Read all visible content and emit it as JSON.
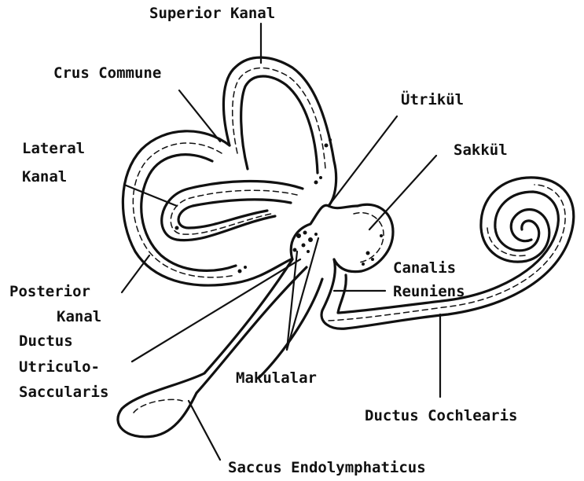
{
  "labels": {
    "superior_kanal": "Superior Kanal",
    "crus_commune": "Crus Commune",
    "utrikul": "Ütrikül",
    "lateral_line1": "Lateral",
    "lateral_line2": "Kanal",
    "sakkul": "Sakkül",
    "canalis_line1": "Canalis",
    "canalis_line2": "Reuniens",
    "posterior_line1": "Posterior",
    "posterior_line2": "Kanal",
    "ductus_uts_line1": "Ductus",
    "ductus_uts_line2": "Utriculo-",
    "ductus_uts_line3": "Saccularis",
    "makulalar": "Makulalar",
    "ductus_cochlearis": "Ductus Cochlearis",
    "saccus": "Saccus Endolymphaticus"
  }
}
